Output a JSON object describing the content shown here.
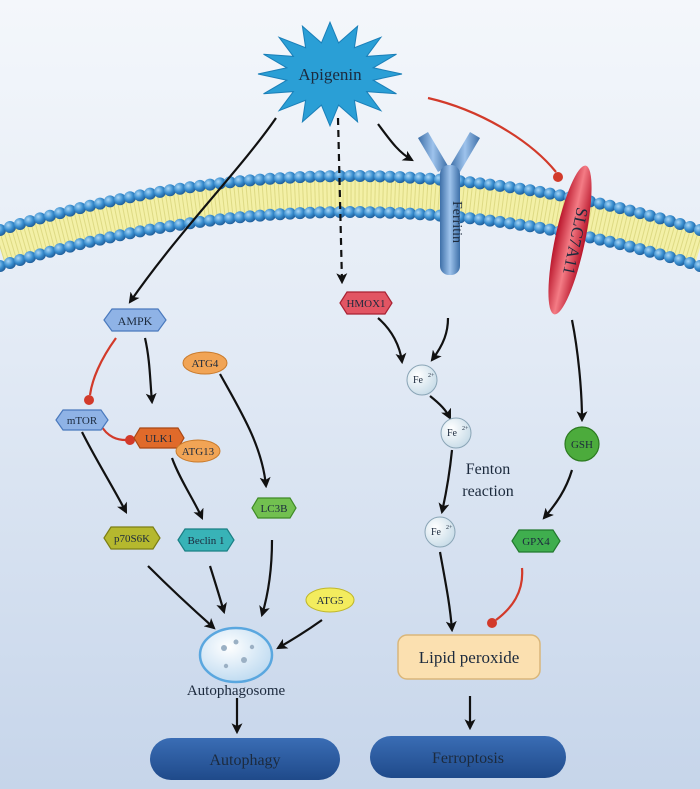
{
  "stimulus": {
    "label": "Apigenin"
  },
  "membrane_proteins": {
    "ferritin": "Ferritin",
    "slc7a11": "SLC7A11"
  },
  "autophagy_nodes": {
    "ampk": "AMPK",
    "mtor": "mTOR",
    "ulk1": "ULK1",
    "atg13": "ATG13",
    "atg4": "ATG4",
    "p70s6k": "p70S6K",
    "beclin1": "Beclin 1",
    "lc3b": "LC3B",
    "atg5": "ATG5",
    "autophagosome": "Autophagosome",
    "outcome": "Autophagy"
  },
  "ferroptosis_nodes": {
    "hmox1": "HMOX1",
    "fe_ion": "Fe",
    "fe_charge": "2+",
    "fenton_line1": "Fenton",
    "fenton_line2": "reaction",
    "gsh": "GSH",
    "gpx4": "GPX4",
    "lipid_peroxide": "Lipid peroxide",
    "outcome": "Ferroptosis"
  },
  "colors": {
    "background_top": "#f4f7fb",
    "background_bottom": "#cad8ec",
    "apigenin_star": "#2a9fd6",
    "membrane_bead": "#3a8fd0",
    "membrane_core": "#f3f0a6",
    "activation_arrow": "#111111",
    "inhibition_arrow": "#d23a2a",
    "outcome_oval": "#2c5aa0",
    "lipid_box": "#fbe0b0"
  }
}
